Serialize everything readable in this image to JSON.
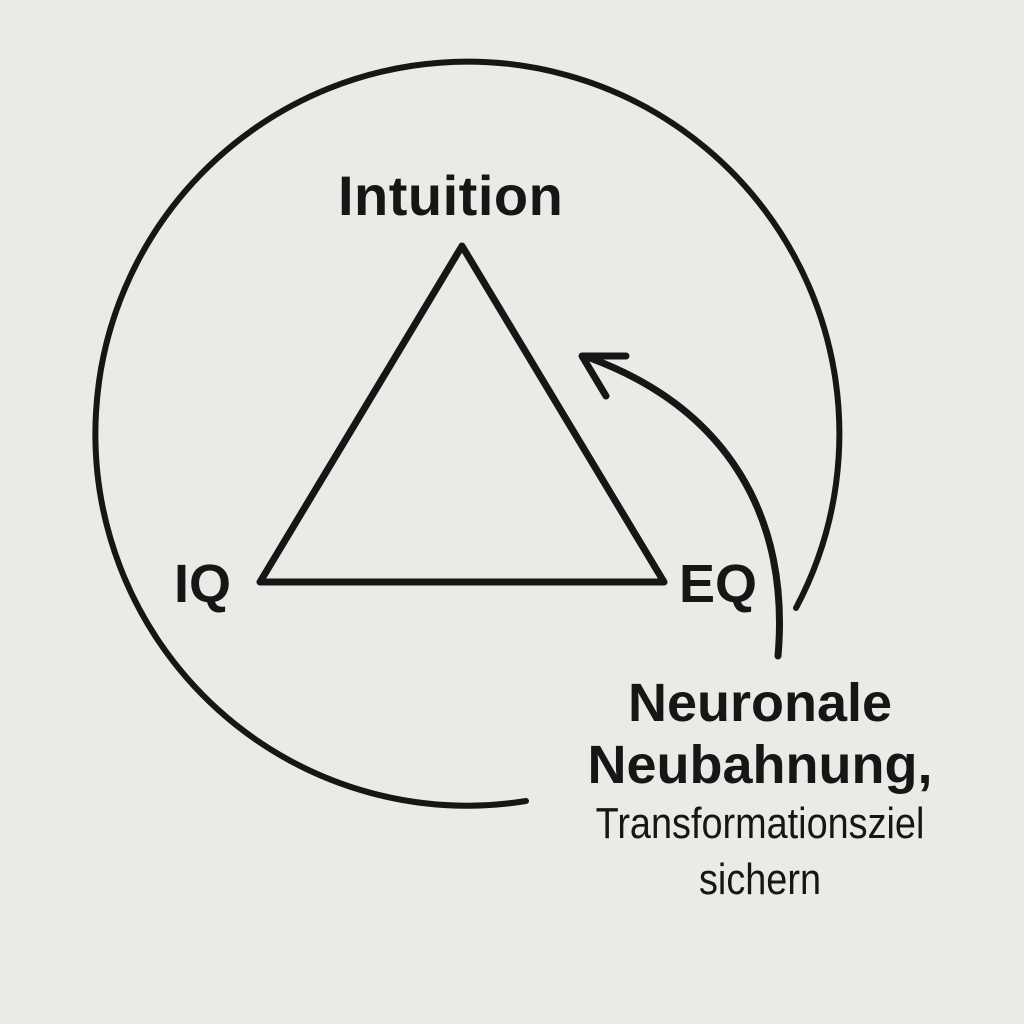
{
  "diagram": {
    "nodes": {
      "top": "Intuition",
      "left": "IQ",
      "right": "EQ"
    },
    "caption": {
      "line1": "Neuronale",
      "line2": "Neubahnung,",
      "line3": "Transformationsziel",
      "line4": "sichern"
    },
    "colors": {
      "background": "#eceae6",
      "ink": "#161616"
    }
  }
}
